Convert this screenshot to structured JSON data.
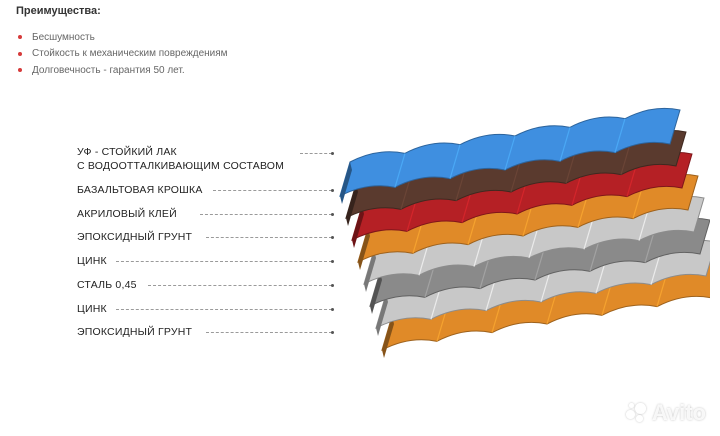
{
  "header": {
    "title": "Преимущества:"
  },
  "benefits": [
    "Бесшумность",
    "Стойкость к механическим повреждениям",
    "Долговечность - гарантия 50 лет."
  ],
  "layers": [
    {
      "line1": "УФ - СТОЙКИЙ ЛАК",
      "line2": "С ВОДООТТАЛКИВАЮЩИМ СОСТАВОМ"
    },
    {
      "line1": "БАЗАЛЬТОВАЯ КРОШКА"
    },
    {
      "line1": "АКРИЛОВЫЙ КЛЕЙ"
    },
    {
      "line1": "ЭПОКСИДНЫЙ ГРУНТ"
    },
    {
      "line1": "ЦИНК"
    },
    {
      "line1": "СТАЛЬ 0,45"
    },
    {
      "line1": "ЦИНК"
    },
    {
      "line1": "ЭПОКСИДНЫЙ ГРУНТ"
    }
  ],
  "layer_colors": [
    "#3f8fe0",
    "#5a3a2e",
    "#b52025",
    "#e08a28",
    "#c8c8c8",
    "#8a8a8a",
    "#c8c8c8",
    "#e08a28"
  ],
  "watermark": {
    "text": "Avito",
    "icon": "avito-logo-icon"
  },
  "colors": {
    "bullet": "#d63b3b",
    "accent_blue": "#3f8fe0"
  }
}
